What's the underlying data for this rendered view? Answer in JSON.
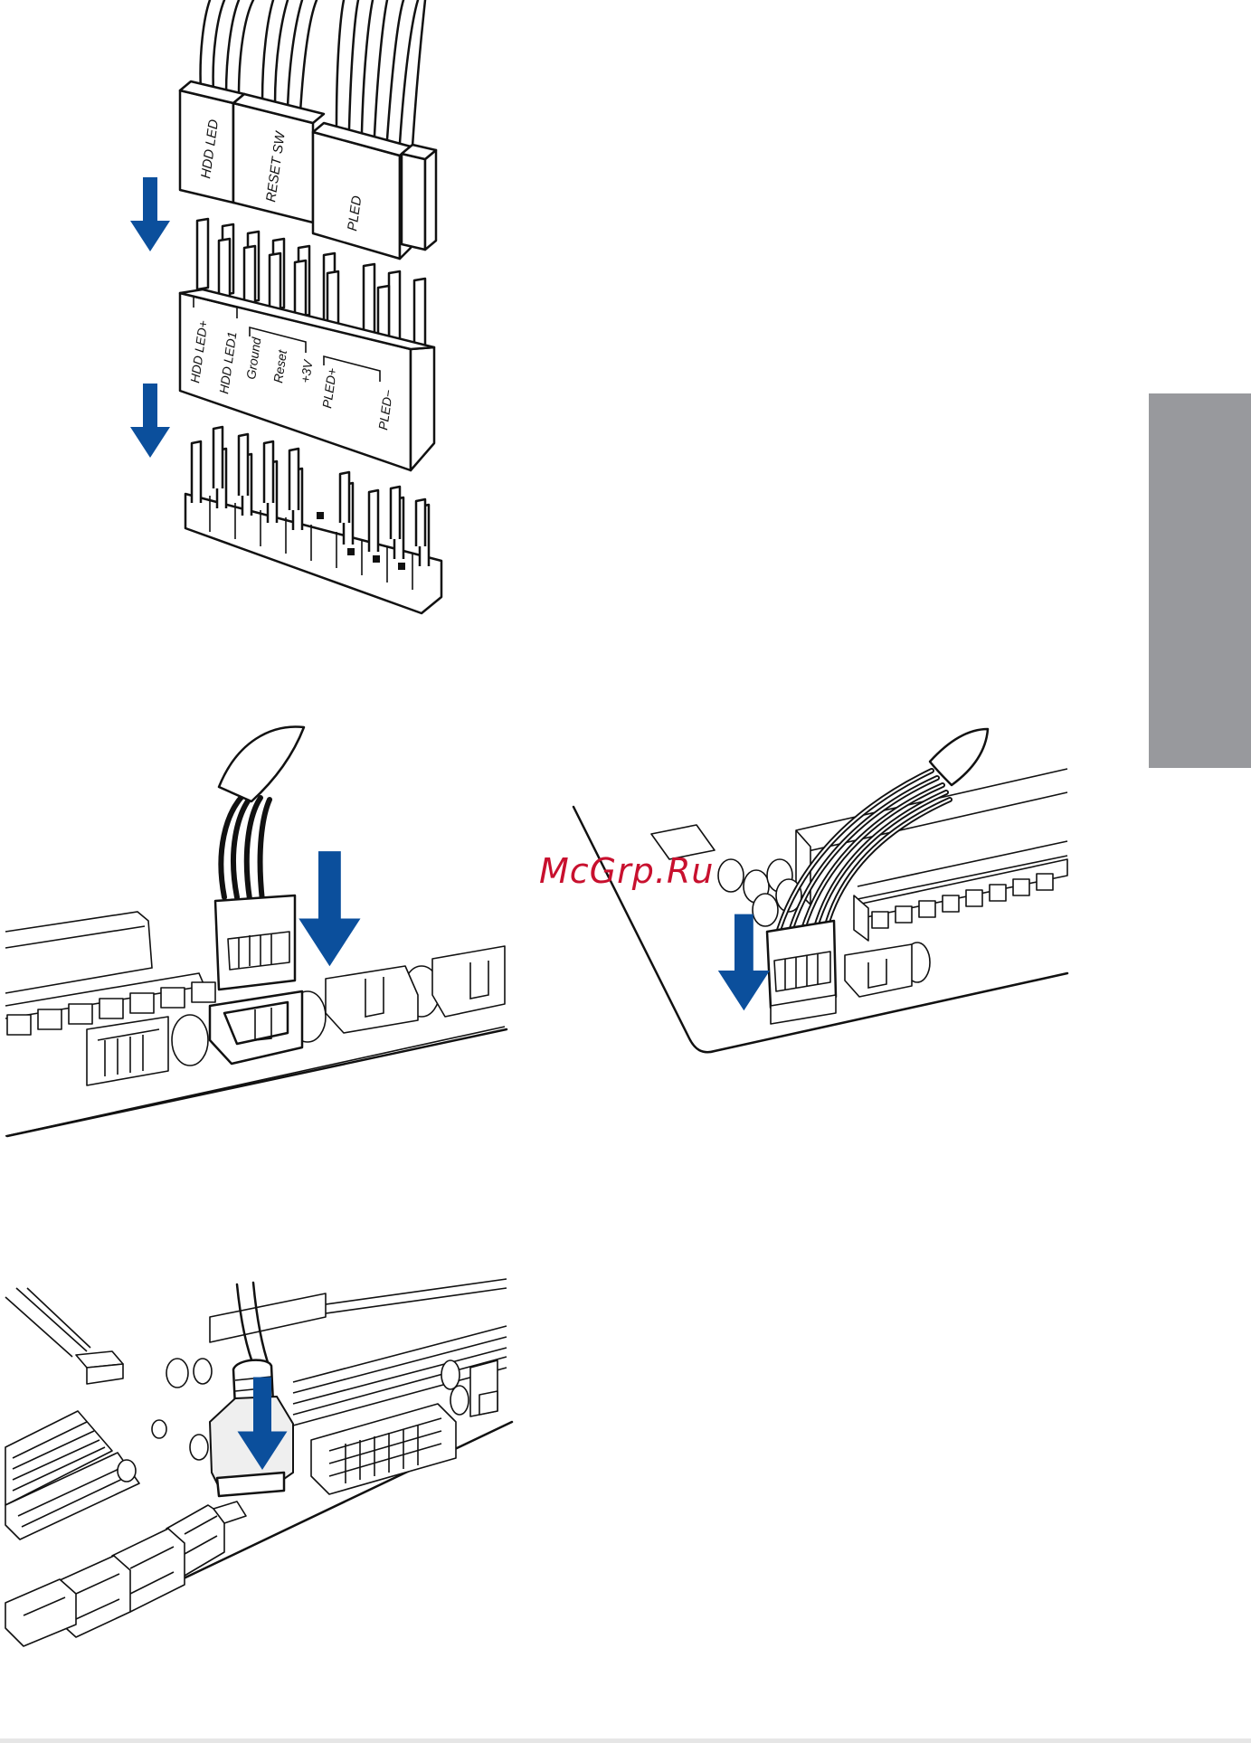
{
  "side_tab": {
    "color": "#98999d"
  },
  "arrow_color": "#0b4f9c",
  "footer_rule": {
    "color": "#e6e6e6"
  },
  "watermark": {
    "text": "McGrp.Ru",
    "color": "#c8102e"
  },
  "panel_connector": {
    "cable_labels": [
      "HDD LED",
      "RESET SW",
      "PLED"
    ],
    "pin_labels": [
      "HDD LED+",
      "HDD LED1",
      "Ground",
      "Reset",
      "+3V",
      "PLED+",
      "PLED−"
    ]
  },
  "illustrations": [
    {
      "id": "panel-connector-install"
    },
    {
      "id": "usb-header-install-left"
    },
    {
      "id": "usb-header-install-right"
    },
    {
      "id": "usb3-header-install"
    }
  ]
}
